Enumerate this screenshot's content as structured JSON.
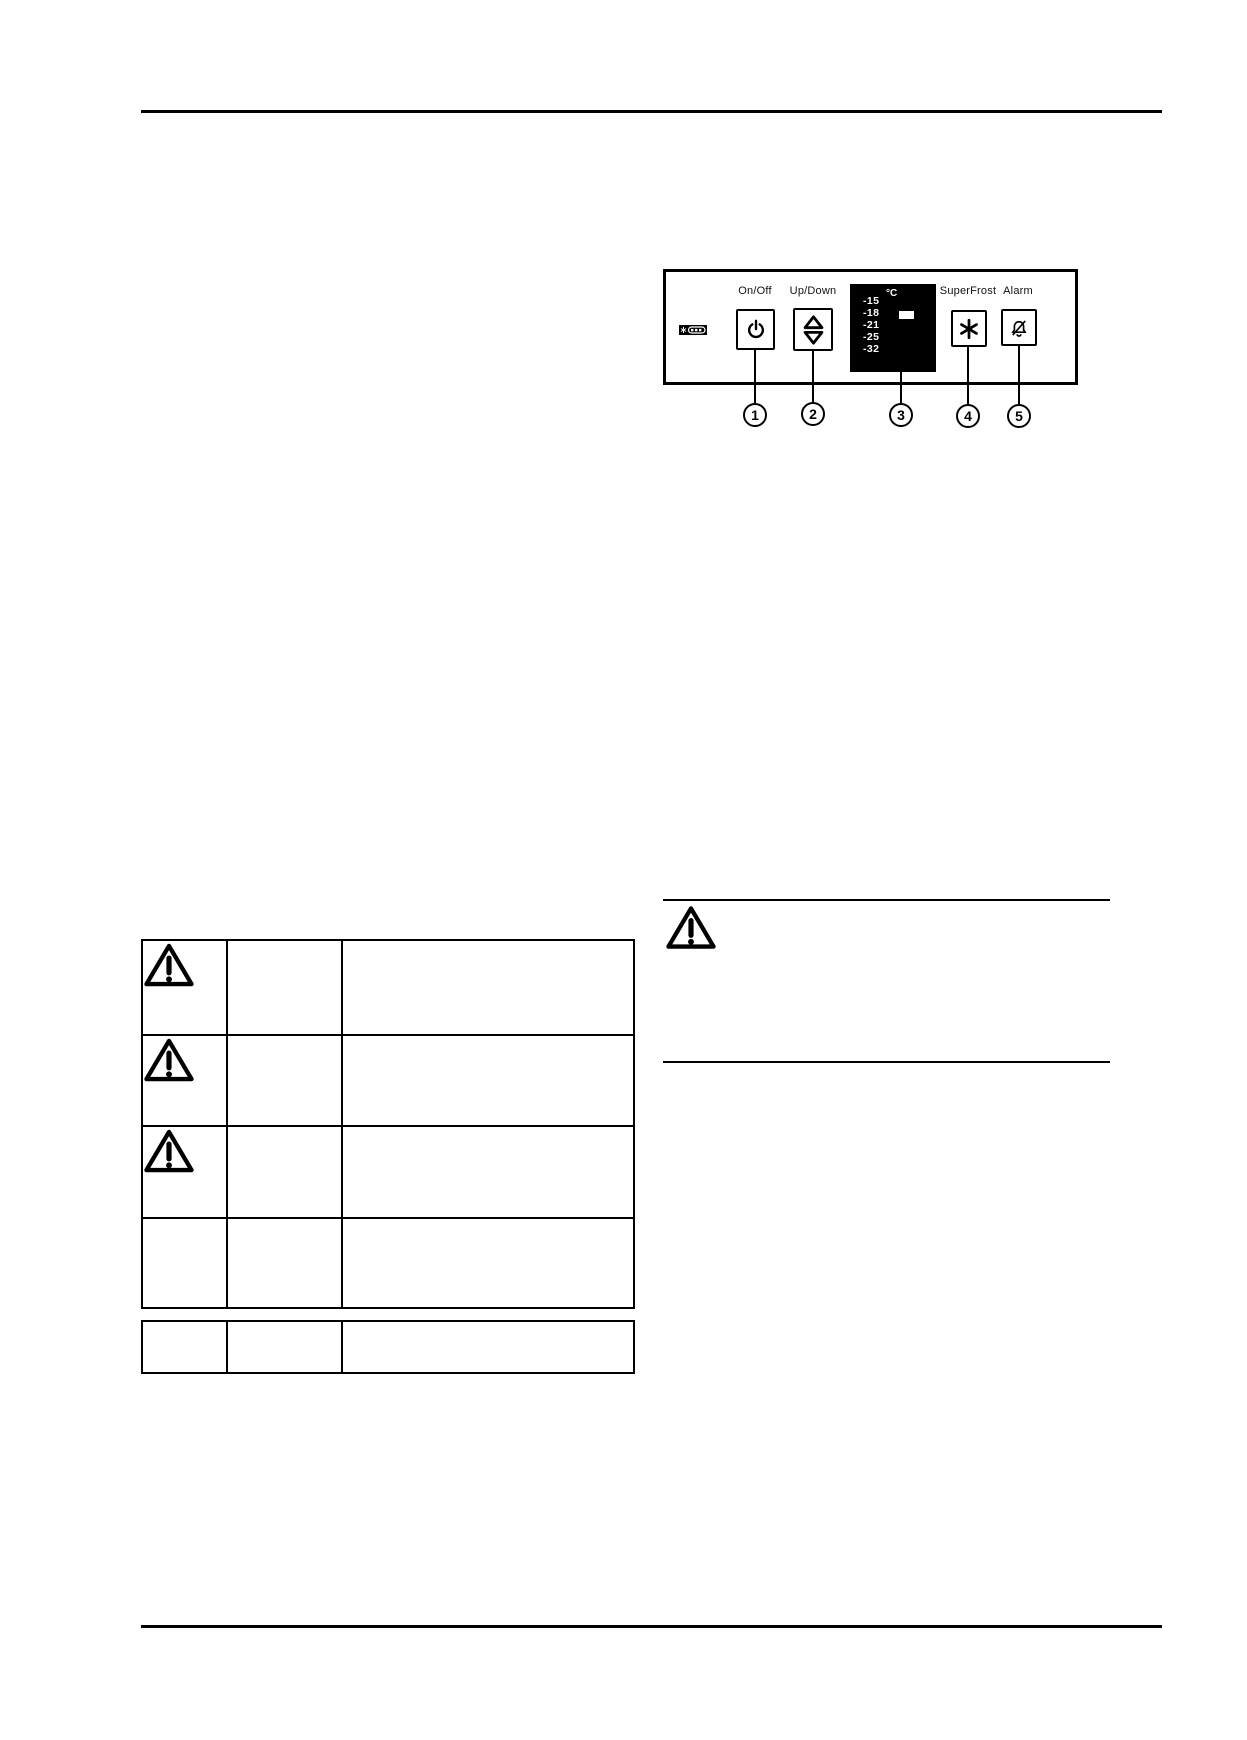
{
  "colors": {
    "ink": "#000000",
    "paper": "#ffffff",
    "display_background": "#000000",
    "display_text": "#ffffff",
    "indicator": "#ffffff"
  },
  "panel": {
    "onoff_label": "On/Off",
    "updown_label": "Up/Down",
    "superfrost_label": "SuperFrost",
    "alarm_label": "Alarm",
    "display": {
      "unit": "°C",
      "temps": [
        "-15",
        "-18",
        "-21",
        "-25",
        "-32"
      ],
      "indicator_next_to": "-18"
    },
    "callouts": [
      "1",
      "2",
      "3",
      "4",
      "5"
    ],
    "icons": [
      "frozen-food-indicator-icon",
      "power-icon",
      "up-down-arrows-icon",
      "snowflake-asterisk-icon",
      "alarm-bell-muted-icon"
    ]
  },
  "table": {
    "rows": [
      {
        "col1_icon": "warning-triangle-icon",
        "col2": "",
        "col3": ""
      },
      {
        "col1_icon": "warning-triangle-icon",
        "col2": "",
        "col3": ""
      },
      {
        "col1_icon": "warning-triangle-icon",
        "col2": "",
        "col3": ""
      },
      {
        "col1_icon": "",
        "col2": "",
        "col3": ""
      }
    ],
    "footer_row": {
      "col1": "",
      "col2": "",
      "col3": ""
    }
  },
  "note_block": {
    "icon": "warning-triangle-icon",
    "text": ""
  }
}
